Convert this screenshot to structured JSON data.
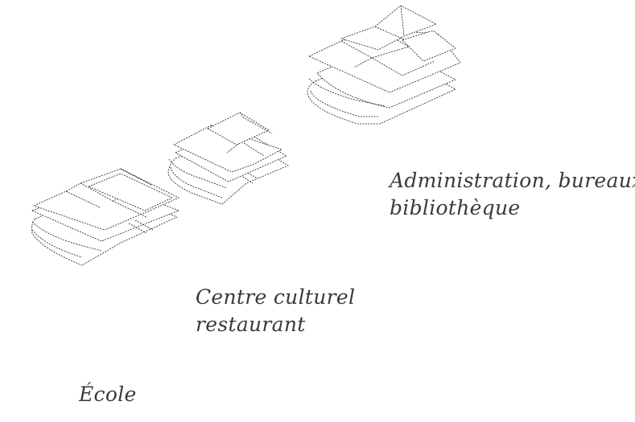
{
  "labels": {
    "administration": [
      "Administration, bureaux",
      "bibliothèque"
    ],
    "centre": [
      "Centre culturel",
      "restaurant"
    ],
    "ecole": [
      "École"
    ]
  },
  "colors": {
    "stroke": "#1a1a1a",
    "text": "#3a3a3a",
    "background": "#ffffff"
  }
}
